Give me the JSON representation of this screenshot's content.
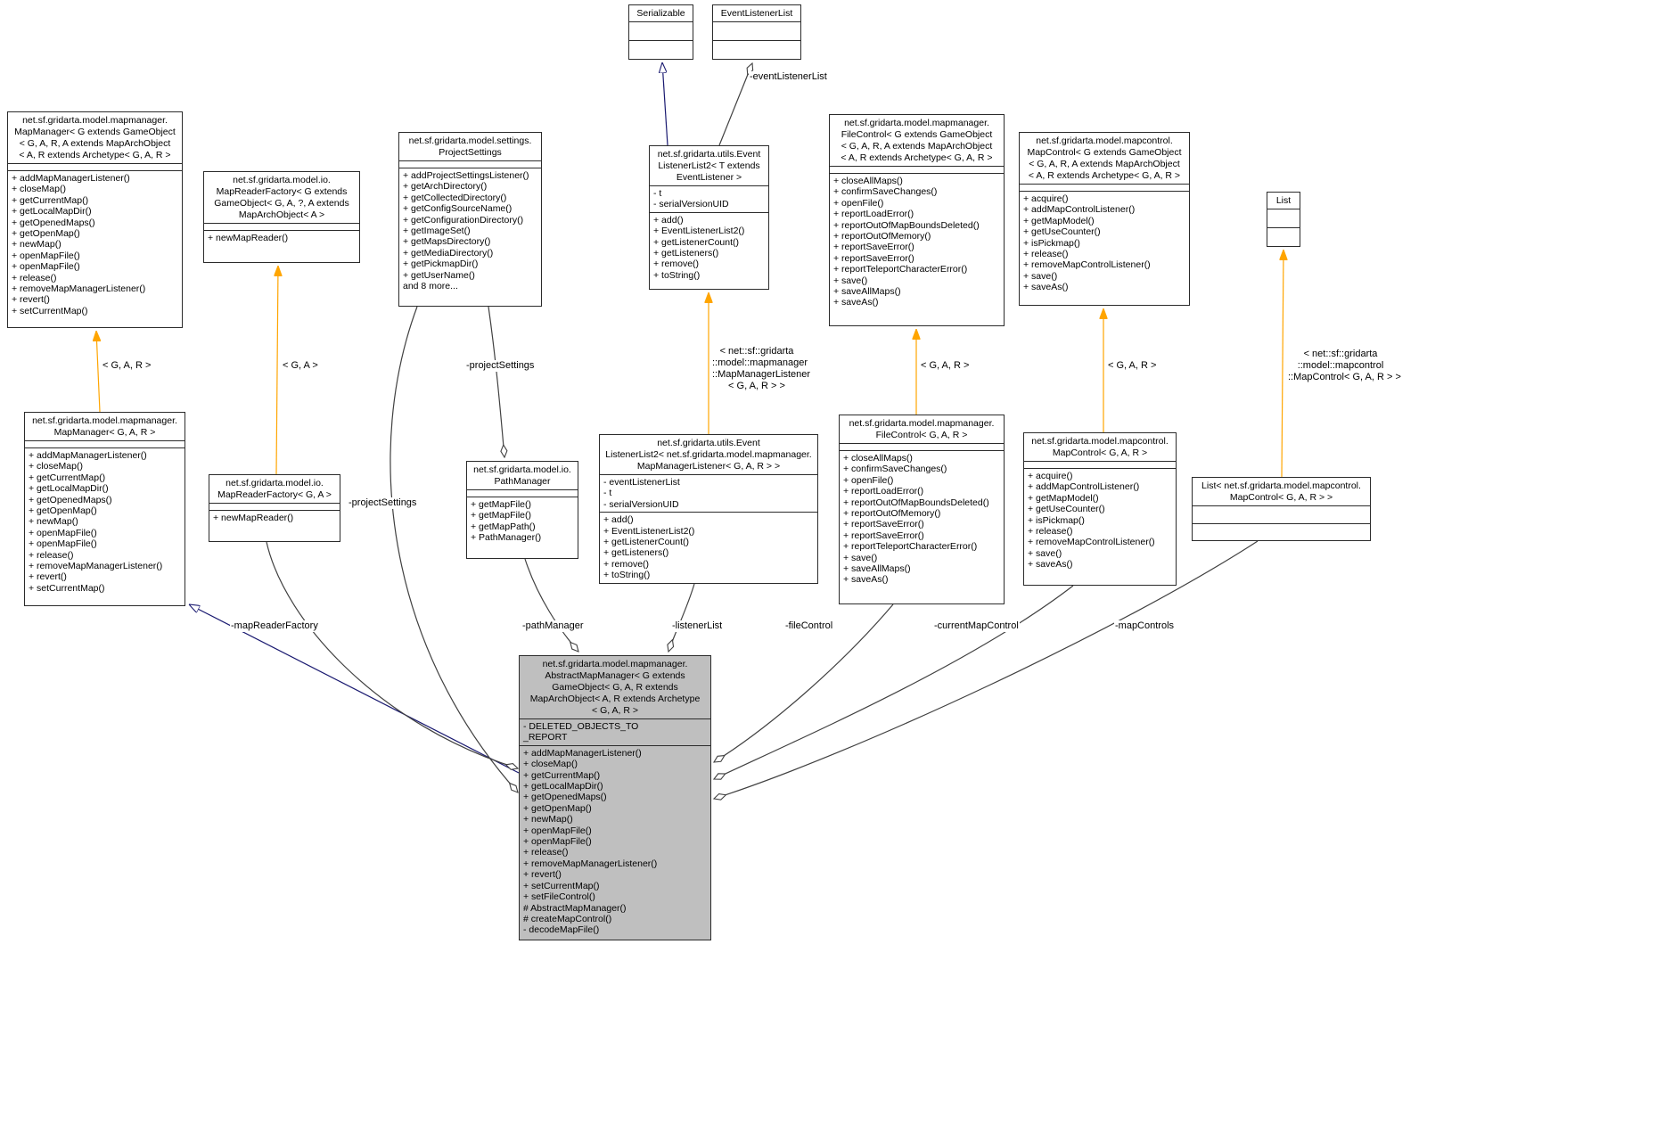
{
  "diagram": {
    "kind": "uml-collaboration-diagram"
  },
  "colors": {
    "node_border": "#2b2b2b",
    "node_fill": "#ffffff",
    "highlight_fill": "#bfbfbf",
    "inheritance_edge": "#191970",
    "template_edge": "#ffa500",
    "member_edge": "#404040",
    "text": "#000000"
  },
  "classes": {
    "serializable": {
      "title": [
        "Serializable"
      ],
      "attributes": [],
      "methods": []
    },
    "eventListenerList": {
      "title": [
        "EventListenerList"
      ],
      "attributes": [],
      "methods": []
    },
    "mapManagerTemplate": {
      "title": [
        "net.sf.gridarta.model.mapmanager.",
        "MapManager< G extends GameObject",
        "< G, A, R, A extends MapArchObject",
        " < A, R extends Archetype< G, A, R >"
      ],
      "attributes": [],
      "methods": [
        "+ addMapManagerListener()",
        "+ closeMap()",
        "+ getCurrentMap()",
        "+ getLocalMapDir()",
        "+ getOpenedMaps()",
        "+ getOpenMap()",
        "+ newMap()",
        "+ openMapFile()",
        "+ openMapFile()",
        "+ release()",
        "+ removeMapManagerListener()",
        "+ revert()",
        "+ setCurrentMap()"
      ]
    },
    "mapReaderFactoryTemplate": {
      "title": [
        "net.sf.gridarta.model.io.",
        "MapReaderFactory< G extends",
        " GameObject< G, A, ?, A extends",
        " MapArchObject< A >"
      ],
      "attributes": [],
      "methods": [
        "+ newMapReader()"
      ]
    },
    "projectSettings": {
      "title": [
        "net.sf.gridarta.model.settings.",
        "ProjectSettings"
      ],
      "attributes": [],
      "methods": [
        "+ addProjectSettingsListener()",
        "+ getArchDirectory()",
        "+ getCollectedDirectory()",
        "+ getConfigSourceName()",
        "+ getConfigurationDirectory()",
        "+ getImageSet()",
        "+ getMapsDirectory()",
        "+ getMediaDirectory()",
        "+ getPickmapDir()",
        "+ getUserName()",
        "and 8 more..."
      ]
    },
    "eventListenerList2Template": {
      "title": [
        "net.sf.gridarta.utils.Event",
        "ListenerList2< T extends",
        "EventListener >"
      ],
      "attributes": [
        "- t",
        "- serialVersionUID"
      ],
      "methods": [
        "+ add()",
        "+ EventListenerList2()",
        "+ getListenerCount()",
        "+ getListeners()",
        "+ remove()",
        "+ toString()"
      ]
    },
    "fileControlTemplate": {
      "title": [
        "net.sf.gridarta.model.mapmanager.",
        "FileControl< G extends GameObject",
        "< G, A, R, A extends MapArchObject",
        "< A, R extends Archetype< G, A, R >"
      ],
      "attributes": [],
      "methods": [
        "+ closeAllMaps()",
        "+ confirmSaveChanges()",
        "+ openFile()",
        "+ reportLoadError()",
        "+ reportOutOfMapBoundsDeleted()",
        "+ reportOutOfMemory()",
        "+ reportSaveError()",
        "+ reportSaveError()",
        "+ reportTeleportCharacterError()",
        "+ save()",
        "+ saveAllMaps()",
        "+ saveAs()"
      ]
    },
    "mapControlTemplate": {
      "title": [
        "net.sf.gridarta.model.mapcontrol.",
        "MapControl< G extends GameObject",
        "< G, A, R, A extends MapArchObject",
        "< A, R extends Archetype< G, A, R >"
      ],
      "attributes": [],
      "methods": [
        "+ acquire()",
        "+ addMapControlListener()",
        "+ getMapModel()",
        "+ getUseCounter()",
        "+ isPickmap()",
        "+ release()",
        "+ removeMapControlListener()",
        "+ save()",
        "+ saveAs()"
      ]
    },
    "list": {
      "title": [
        "List"
      ],
      "attributes": [],
      "methods": []
    },
    "mapManagerG": {
      "title": [
        "net.sf.gridarta.model.mapmanager.",
        "MapManager< G, A, R >"
      ],
      "attributes": [],
      "methods": [
        "+ addMapManagerListener()",
        "+ closeMap()",
        "+ getCurrentMap()",
        "+ getLocalMapDir()",
        "+ getOpenedMaps()",
        "+ getOpenMap()",
        "+ newMap()",
        "+ openMapFile()",
        "+ openMapFile()",
        "+ release()",
        "+ removeMapManagerListener()",
        "+ revert()",
        "+ setCurrentMap()"
      ]
    },
    "mapReaderFactoryG": {
      "title": [
        "net.sf.gridarta.model.io.",
        "MapReaderFactory< G, A >"
      ],
      "attributes": [],
      "methods": [
        "+ newMapReader()"
      ]
    },
    "pathManager": {
      "title": [
        "net.sf.gridarta.model.io.",
        "PathManager"
      ],
      "attributes": [],
      "methods": [
        "+ getMapFile()",
        "+ getMapFile()",
        "+ getMapPath()",
        "+ PathManager()"
      ]
    },
    "eventListenerList2M": {
      "title": [
        "net.sf.gridarta.utils.Event",
        "ListenerList2< net.sf.gridarta.model.mapmanager.",
        "MapManagerListener< G, A, R > >"
      ],
      "attributes": [
        "- eventListenerList",
        "- t",
        "- serialVersionUID"
      ],
      "methods": [
        "+ add()",
        "+ EventListenerList2()",
        "+ getListenerCount()",
        "+ getListeners()",
        "+ remove()",
        "+ toString()"
      ]
    },
    "fileControlG": {
      "title": [
        "net.sf.gridarta.model.mapmanager.",
        "FileControl< G, A, R >"
      ],
      "attributes": [],
      "methods": [
        "+ closeAllMaps()",
        "+ confirmSaveChanges()",
        "+ openFile()",
        "+ reportLoadError()",
        "+ reportOutOfMapBoundsDeleted()",
        "+ reportOutOfMemory()",
        "+ reportSaveError()",
        "+ reportSaveError()",
        "+ reportTeleportCharacterError()",
        "+ save()",
        "+ saveAllMaps()",
        "+ saveAs()"
      ]
    },
    "mapControlG": {
      "title": [
        "net.sf.gridarta.model.mapcontrol.",
        "MapControl< G, A, R >"
      ],
      "attributes": [],
      "methods": [
        "+ acquire()",
        "+ addMapControlListener()",
        "+ getMapModel()",
        "+ getUseCounter()",
        "+ isPickmap()",
        "+ release()",
        "+ removeMapControlListener()",
        "+ save()",
        "+ saveAs()"
      ]
    },
    "listMapControl": {
      "title": [
        "List< net.sf.gridarta.model.mapcontrol.",
        "MapControl< G, A, R > >"
      ],
      "attributes": [],
      "methods": []
    },
    "abstractMapManager": {
      "title": [
        "net.sf.gridarta.model.mapmanager.",
        "AbstractMapManager< G extends",
        " GameObject< G, A, R extends",
        " MapArchObject< A, R extends Archetype",
        "< G, A, R >"
      ],
      "attributes": [
        "- DELETED_OBJECTS_TO",
        "_REPORT"
      ],
      "methods": [
        "+ addMapManagerListener()",
        "+ closeMap()",
        "+ getCurrentMap()",
        "+ getLocalMapDir()",
        "+ getOpenedMaps()",
        "+ getOpenMap()",
        "+ newMap()",
        "+ openMapFile()",
        "+ openMapFile()",
        "+ release()",
        "+ removeMapManagerListener()",
        "+ revert()",
        "+ setCurrentMap()",
        "+ setFileControl()",
        "# AbstractMapManager()",
        "# createMapControl()",
        "- decodeMapFile()"
      ]
    }
  },
  "edge_labels": {
    "event_listener_list": "-eventListenerList",
    "mapmanager_targs": "< G, A, R >",
    "mapreader_targs": "< G, A >",
    "project_settings_pm": "-projectSettings",
    "mml_targs": [
      "< net::sf::gridarta",
      "::model::mapmanager",
      "::MapManagerListener",
      "< G, A, R > >"
    ],
    "filecontrol_targs": "< G, A, R >",
    "mapcontrol_targs": "< G, A, R >",
    "list_targs": [
      "< net::sf::gridarta",
      "::model::mapcontrol",
      "::MapControl< G, A, R > >"
    ],
    "project_settings_amm": "-projectSettings",
    "map_reader_factory": "-mapReaderFactory",
    "path_manager": "-pathManager",
    "listener_list": "-listenerList",
    "file_control": "-fileControl",
    "current_map_control": "-currentMapControl",
    "map_controls": "-mapControls"
  }
}
